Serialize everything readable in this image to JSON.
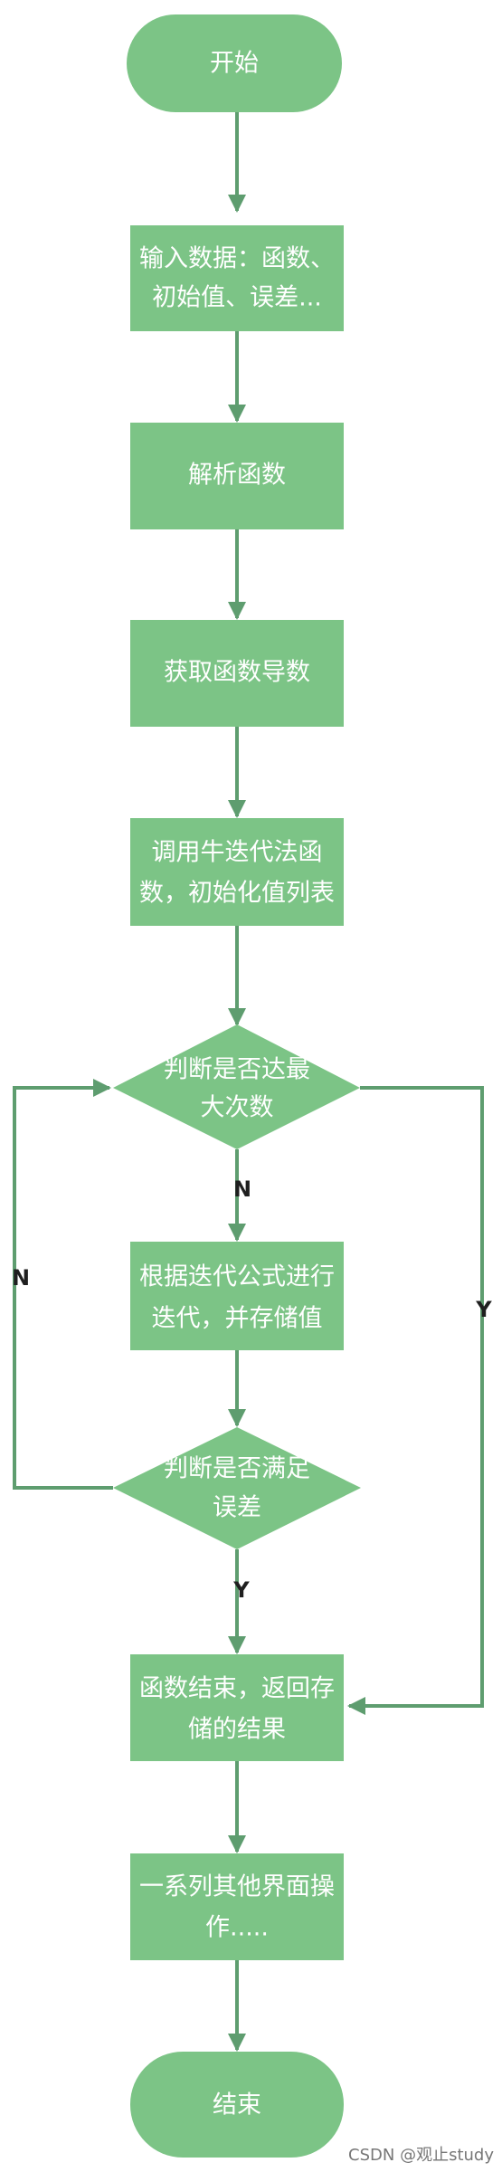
{
  "diagram": {
    "colors": {
      "node_fill": "#7cc486",
      "edge": "#5e9d6f",
      "node_text": "#ffffff"
    },
    "nodes": {
      "start": {
        "lines": [
          "开始"
        ]
      },
      "input": {
        "lines": [
          "输入数据：函数、",
          "初始值、误差..."
        ]
      },
      "parse": {
        "lines": [
          "解析函数"
        ]
      },
      "derivative": {
        "lines": [
          "获取函数导数"
        ]
      },
      "call_newton": {
        "lines": [
          "调用牛迭代法函",
          "数，初始化值列表"
        ]
      },
      "check_max": {
        "lines": [
          "判断是否达最",
          "大次数"
        ]
      },
      "iterate": {
        "lines": [
          "根据迭代公式进行",
          "迭代，并存储值"
        ]
      },
      "check_error": {
        "lines": [
          "判断是否满足",
          "误差"
        ]
      },
      "return": {
        "lines": [
          "函数结束，返回存",
          "储的结果"
        ]
      },
      "ui_ops": {
        "lines": [
          "一系列其他界面操",
          "作....."
        ]
      },
      "end": {
        "lines": [
          "结束"
        ]
      }
    },
    "edge_labels": {
      "max_no": "N",
      "max_yes": "Y",
      "error_no": "N",
      "error_yes": "Y"
    },
    "watermark": "CSDN @观止study"
  }
}
